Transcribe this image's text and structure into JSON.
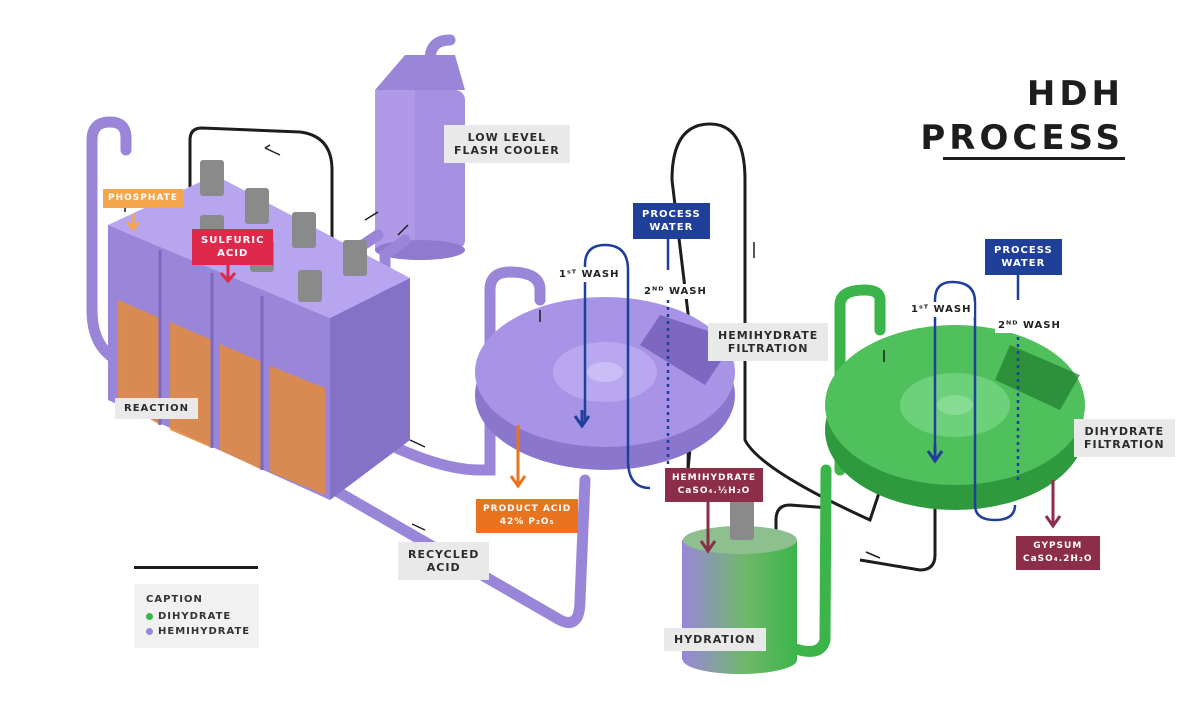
{
  "title": {
    "line1": "HDH",
    "line2": "PROCESS"
  },
  "labels": {
    "low_level_flash_cooler": [
      "LOW LEVEL",
      "FLASH COOLER"
    ],
    "phosphate": "PHOSPHATE",
    "sulfuric_acid": [
      "SULFURIC",
      "ACID"
    ],
    "reaction": "REACTION",
    "recycled_acid": [
      "RECYCLED",
      "ACID"
    ],
    "product_acid": [
      "PRODUCT ACID",
      "42% P₂O₅"
    ],
    "process_water_1": [
      "PROCESS",
      "WATER"
    ],
    "process_water_2": [
      "PROCESS",
      "WATER"
    ],
    "first_wash_1": "1ˢᵀ WASH",
    "second_wash_1": "2ᴺᴰ WASH",
    "first_wash_2": "1ˢᵀ WASH",
    "second_wash_2": "2ᴺᴰ WASH",
    "hemihydrate_filtration": [
      "HEMIHYDRATE",
      "FILTRATION"
    ],
    "dihydrate_filtration": [
      "DIHYDRATE",
      "FILTRATION"
    ],
    "hemihydrate_product": [
      "HEMIHYDRATE",
      "CaSO₄.½H₂O"
    ],
    "gypsum": [
      "GYPSUM",
      "CaSO₄.2H₂O"
    ],
    "hydration": "HYDRATION"
  },
  "caption": {
    "title": "CAPTION",
    "items": [
      {
        "label": "DIHYDRATE",
        "color": "#3bb54a"
      },
      {
        "label": "HEMIHYDRATE",
        "color": "#9a86d8"
      }
    ]
  },
  "colors": {
    "hemihydrate": "#9a86d8",
    "dihydrate": "#3bb54a",
    "process_water": "#1f3f9a",
    "acid_orange": "#e9741f",
    "sulfuric_red": "#e0284b",
    "product_maroon": "#8c2d49",
    "pipe_black": "#1d1d1d"
  }
}
